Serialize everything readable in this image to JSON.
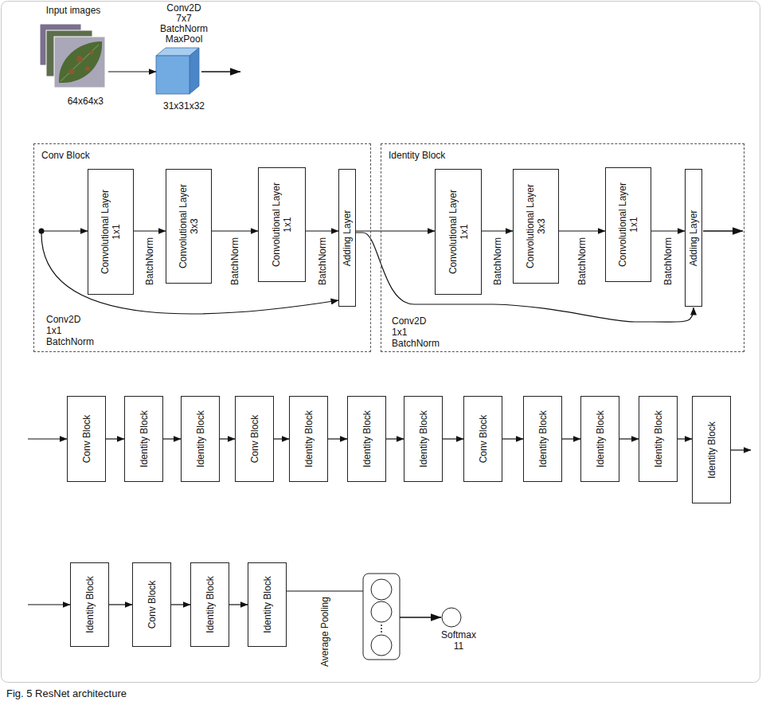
{
  "diagram": {
    "caption": "Fig. 5 ResNet architecture",
    "nodes": [
      {
        "text": [
          "Input images",
          "64x64x3"
        ]
      },
      {
        "text": [
          "Conv2D 7x7 BatchNorm MaxPool",
          "31x31x32"
        ]
      },
      {
        "text": [
          "Conv Block"
        ]
      },
      {
        "text": [
          "Convolutional Layer 1x1"
        ],
        "in": 2
      },
      {
        "text": [
          "Convolutional Layer 3x3"
        ],
        "in": 2
      },
      {
        "text": [
          "Convolutional Layer 1x1"
        ],
        "in": 2
      },
      {
        "text": [
          "Adding Layer"
        ],
        "in": 2
      },
      {
        "text": [
          "Identity Block"
        ]
      },
      {
        "text": [
          "Convolutional Layer 1x1"
        ],
        "in": 7
      },
      {
        "text": [
          "Convolutional Layer 3x3"
        ],
        "in": 7
      },
      {
        "text": [
          "Convolutional Layer 1x1"
        ],
        "in": 7
      },
      {
        "text": [
          "Adding Layer"
        ],
        "in": 7
      },
      {
        "text": [
          "Conv Block"
        ]
      },
      {
        "text": [
          "Identity Block"
        ]
      },
      {
        "text": [
          "Identity Block"
        ]
      },
      {
        "text": [
          "Conv Block"
        ]
      },
      {
        "text": [
          "Identity Block"
        ]
      },
      {
        "text": [
          "Identity Block"
        ]
      },
      {
        "text": [
          "Identity Block"
        ]
      },
      {
        "text": [
          "Conv Block"
        ]
      },
      {
        "text": [
          "Identity Block"
        ]
      },
      {
        "text": [
          "Identity Block"
        ]
      },
      {
        "text": [
          "Identity Block"
        ]
      },
      {
        "text": [
          "Identity Block"
        ]
      },
      {
        "text": [
          "Identity Block"
        ]
      },
      {
        "text": [
          "Conv Block"
        ]
      },
      {
        "text": [
          "Identity Block"
        ]
      },
      {
        "text": [
          "Identity Block"
        ]
      },
      {
        "text": [
          "Softmax 11"
        ]
      }
    ],
    "edges": [
      {
        "from": 0,
        "to": 1,
        "arrow": "to"
      },
      {
        "from": 3,
        "to": 4,
        "label": "BatchNorm",
        "arrow": "to"
      },
      {
        "from": 4,
        "to": 5,
        "label": "BatchNorm",
        "arrow": "to"
      },
      {
        "from": 5,
        "to": 6,
        "label": "BatchNorm",
        "arrow": "to"
      },
      {
        "from": 6,
        "to": 8,
        "arrow": "to"
      },
      {
        "from": 6,
        "to": 11,
        "label": "Conv2D 1x1 BatchNorm",
        "arrow": "to"
      },
      {
        "from": 8,
        "to": 9,
        "label": "BatchNorm",
        "arrow": "to"
      },
      {
        "from": 9,
        "to": 10,
        "label": "BatchNorm",
        "arrow": "to"
      },
      {
        "from": 10,
        "to": 11,
        "label": "BatchNorm",
        "arrow": "to"
      },
      {
        "from": 12,
        "to": 13,
        "arrow": "to"
      },
      {
        "from": 13,
        "to": 14,
        "arrow": "to"
      },
      {
        "from": 14,
        "to": 15,
        "arrow": "to"
      },
      {
        "from": 15,
        "to": 16,
        "arrow": "to"
      },
      {
        "from": 16,
        "to": 17,
        "arrow": "to"
      },
      {
        "from": 17,
        "to": 18,
        "arrow": "to"
      },
      {
        "from": 18,
        "to": 19,
        "arrow": "to"
      },
      {
        "from": 19,
        "to": 20,
        "arrow": "to"
      },
      {
        "from": 20,
        "to": 21,
        "arrow": "to"
      },
      {
        "from": 21,
        "to": 22,
        "arrow": "to"
      },
      {
        "from": 22,
        "to": 23,
        "arrow": "to"
      },
      {
        "from": 24,
        "to": 25,
        "arrow": "to"
      },
      {
        "from": 25,
        "to": 26,
        "arrow": "to"
      },
      {
        "from": 26,
        "to": 27,
        "arrow": "to"
      }
    ],
    "labels": [
      "Conv2D 1x1 BatchNorm",
      "Average Pooling"
    ]
  }
}
